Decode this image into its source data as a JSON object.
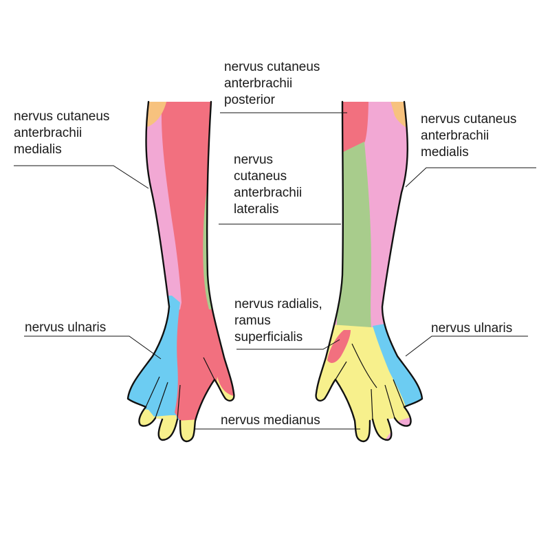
{
  "labels": {
    "posterior": "nervus cutaneus\nanterbrachii\nposterior",
    "medialis_left": "nervus cutaneus\nanterbrachii\nmedialis",
    "medialis_right": "nervus cutaneus\nanterbrachii\nmedialis",
    "lateralis": "nervus\ncutaneus\nanterbrachii\nlateralis",
    "radialis": "nervus radialis,\nramus\nsuperficialis",
    "ulnaris_left": "nervus ulnaris",
    "ulnaris_right": "nervus ulnaris",
    "medianus": "nervus medianus"
  },
  "colors": {
    "radialis_red": "#f2707f",
    "medialis_pink": "#f2a8d4",
    "lateralis_green": "#a8cc8c",
    "ulnaris_blue": "#6cccf2",
    "medianus_yellow": "#f7f08c",
    "posterior_orange": "#f7c27e",
    "outline": "#111111"
  }
}
